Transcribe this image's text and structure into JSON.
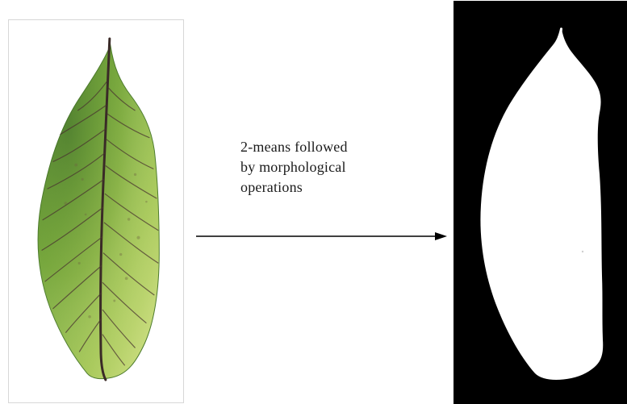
{
  "diagram": {
    "input_image": {
      "name": "leaf-photo",
      "description_visible": false
    },
    "process": {
      "label_lines": [
        "2-means followed",
        "by morphological",
        "operations"
      ]
    },
    "output_image": {
      "name": "segmented-leaf-mask",
      "background_color": "#000000",
      "foreground_color": "#ffffff"
    },
    "colors": {
      "arrow": "#000000",
      "text": "#1b1b1b",
      "leaf_light": "#b9d46a",
      "leaf_mid": "#78a83b",
      "leaf_dark": "#3f6f24",
      "vein": "#3a2a27"
    }
  }
}
